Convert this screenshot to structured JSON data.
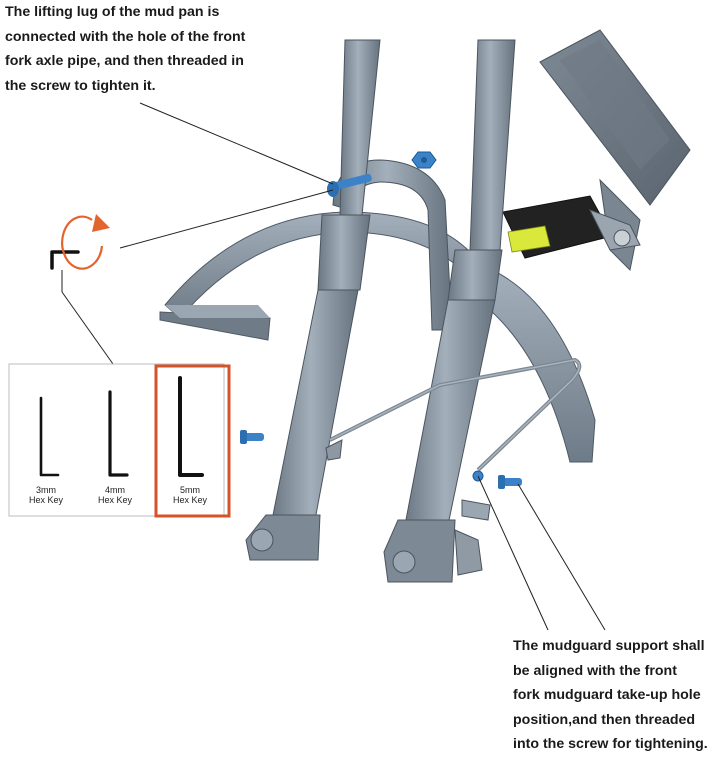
{
  "annotations": {
    "top_note": [
      "The lifting lug of the mud pan is",
      "connected with the hole of the front",
      "fork axle pipe, and then threaded in",
      "the screw to tighten it."
    ],
    "bottom_note": [
      "The mudguard support shall",
      "be aligned with the front",
      "fork mudguard take-up hole",
      "position,and then threaded",
      "into the screw for tightening."
    ]
  },
  "hex_keys": [
    {
      "size": "3mm",
      "name": "Hex Key",
      "selected": false
    },
    {
      "size": "4mm",
      "name": "Hex Key",
      "selected": false
    },
    {
      "size": "5mm",
      "name": "Hex Key",
      "selected": true
    }
  ],
  "colors": {
    "fork": "#7e8b97",
    "fork_dark": "#5d6873",
    "fender": "#8795a2",
    "screw": "#3b82c8",
    "highlight": "#d4532a",
    "pedal_reflector": "#d9e83a",
    "text": "#1a1a1a"
  },
  "icons": {
    "tighten": "clockwise-rotate-icon"
  }
}
